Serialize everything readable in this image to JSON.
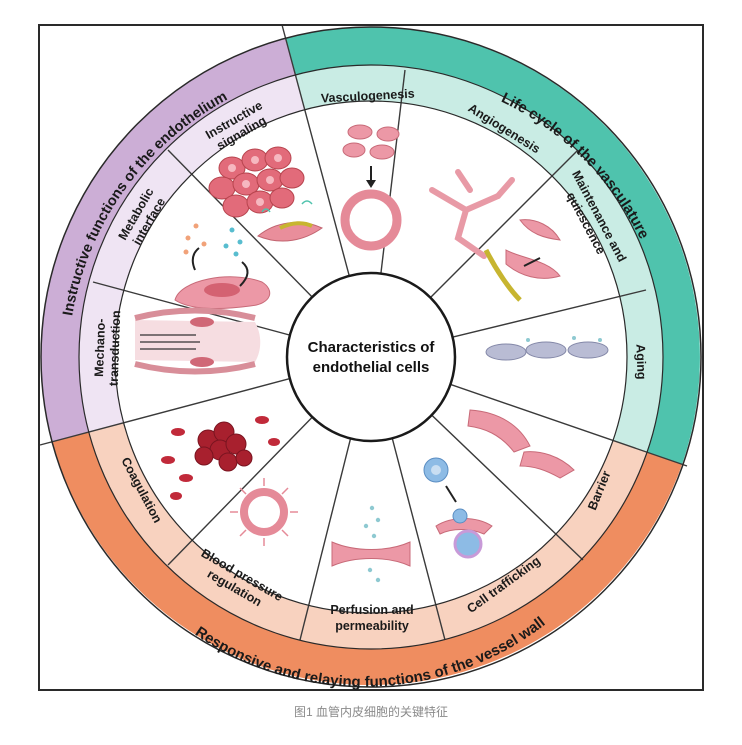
{
  "center": {
    "line1": "Characteristics of",
    "line2": "endothelial cells"
  },
  "sections": {
    "instructive": {
      "title": "Instructive functions of the endothelium",
      "color": "#ccaed6",
      "light": "#efe4f3",
      "items": {
        "signaling_1": "Instructive",
        "signaling_2": "signaling",
        "metabolic_1": "Metabolic",
        "metabolic_2": "interface",
        "mechano_1": "Mechano-",
        "mechano_2": "transduction"
      }
    },
    "lifecycle": {
      "title": "Life cycle of the vasculature",
      "color": "#4fc3ad",
      "light": "#c9ece4",
      "items": {
        "vasculogenesis": "Vasculogenesis",
        "angiogenesis": "Angiogenesis",
        "maintenance_1": "Maintenance and",
        "maintenance_2": "quiescence",
        "aging": "Aging"
      }
    },
    "responsive": {
      "title": "Responsive and relaying functions of the vessel wall",
      "color": "#ef8d60",
      "light": "#f8d2bf",
      "items": {
        "coagulation": "Coagulation",
        "bp_1": "Blood pressure",
        "bp_2": "regulation",
        "perfusion_1": "Perfusion and",
        "perfusion_2": "permeability",
        "trafficking": "Cell trafficking",
        "barrier": "Barrier"
      }
    }
  },
  "caption": "图1 血管内皮细胞的关键特征"
}
